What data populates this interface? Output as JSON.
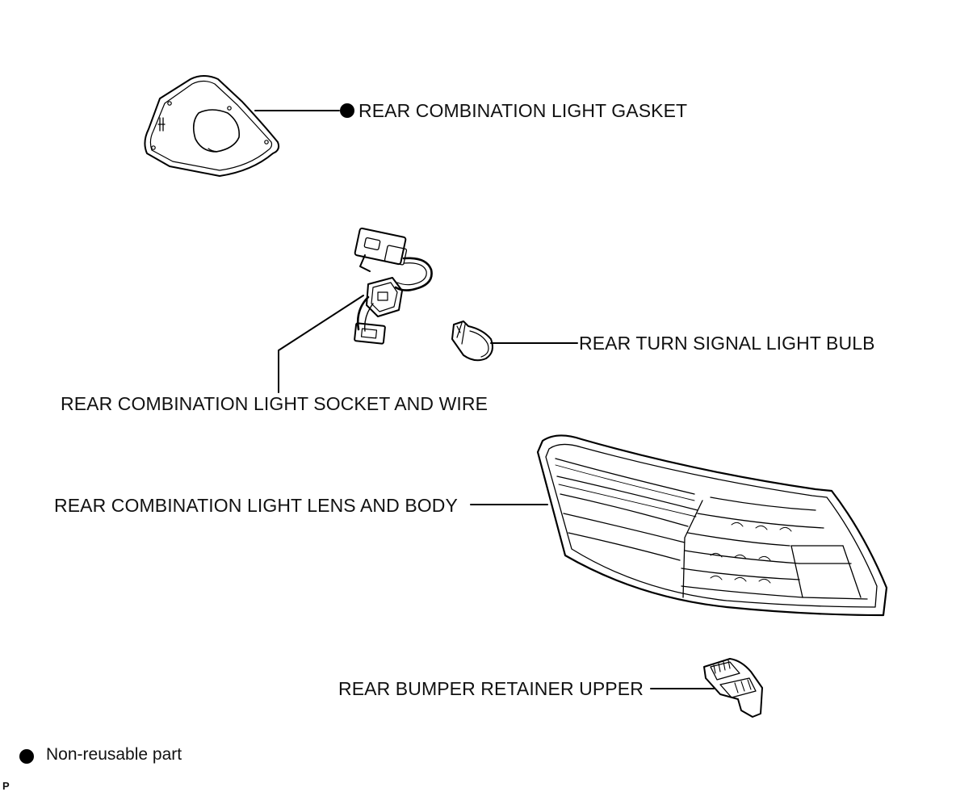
{
  "parts": {
    "gasket": "REAR COMBINATION LIGHT GASKET",
    "bulb": "REAR TURN SIGNAL LIGHT BULB",
    "socket": "REAR COMBINATION LIGHT SOCKET AND WIRE",
    "lens": "REAR COMBINATION LIGHT LENS AND BODY",
    "retainer": "REAR BUMPER RETAINER UPPER"
  },
  "legend": {
    "non_reusable": "Non-reusable part"
  },
  "corner_code": "P"
}
